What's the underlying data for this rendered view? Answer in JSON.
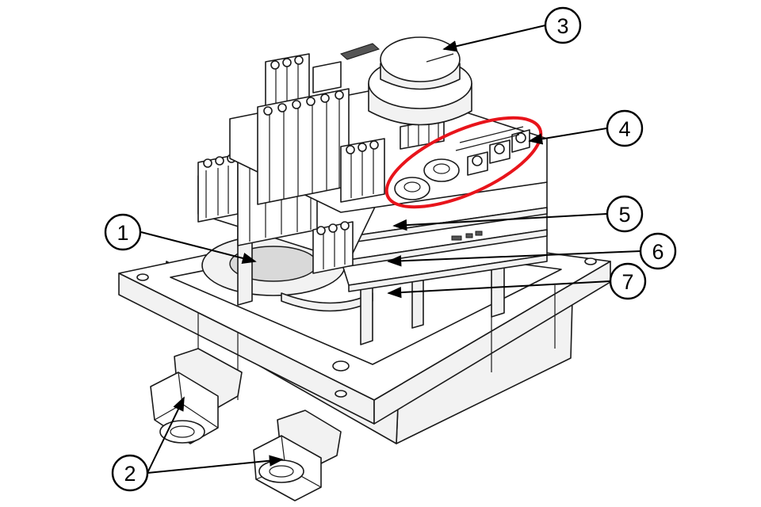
{
  "callouts": [
    {
      "id": "1",
      "label": "1"
    },
    {
      "id": "2",
      "label": "2"
    },
    {
      "id": "3",
      "label": "3"
    },
    {
      "id": "4",
      "label": "4"
    },
    {
      "id": "5",
      "label": "5"
    },
    {
      "id": "6",
      "label": "6"
    },
    {
      "id": "7",
      "label": "7"
    }
  ],
  "highlight": {
    "color": "#e8141b"
  },
  "colors": {
    "line": "#1a1a1a",
    "background": "#ffffff"
  }
}
